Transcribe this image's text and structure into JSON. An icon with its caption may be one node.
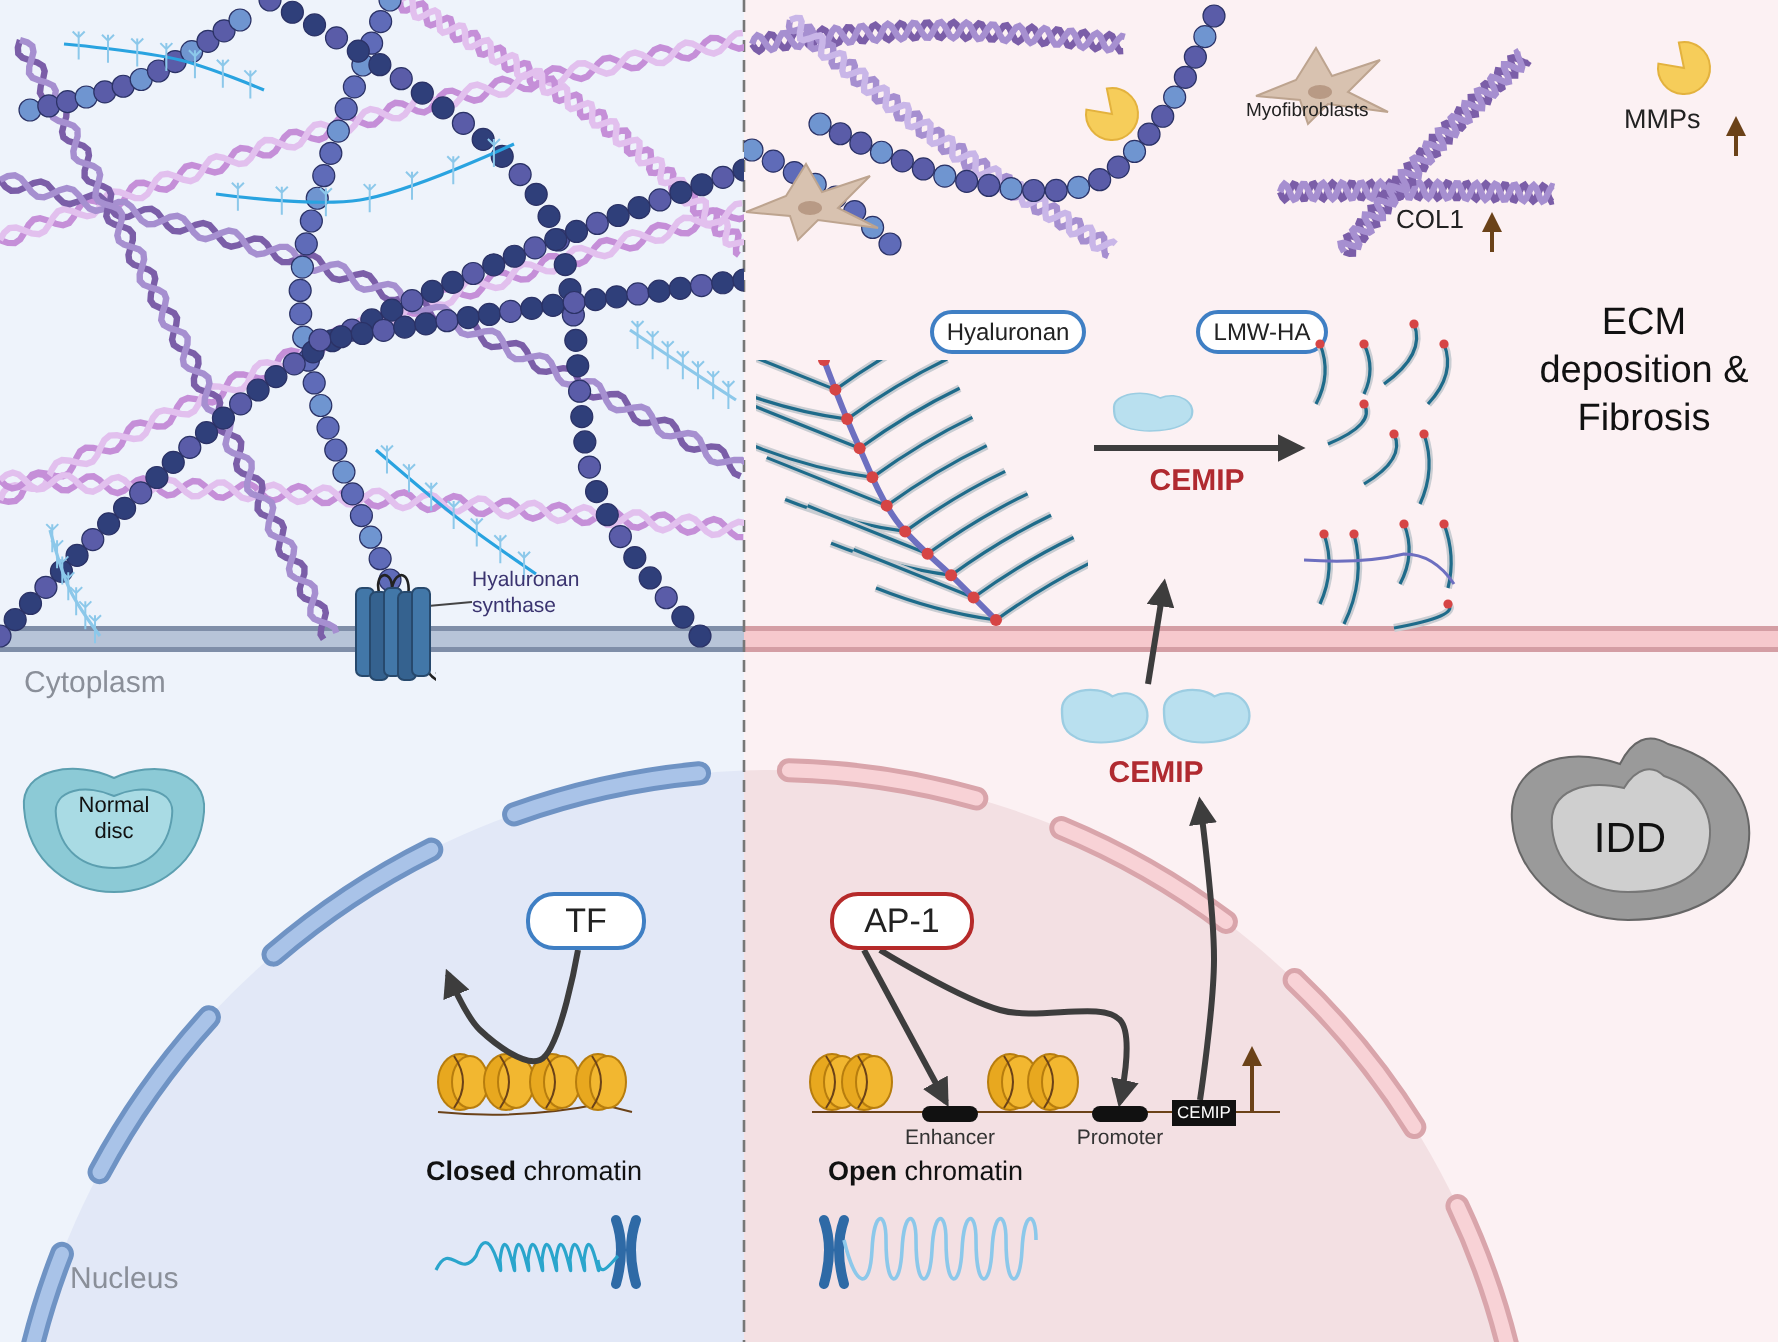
{
  "diagram": {
    "nodes": [
      {
        "text": [
          "Hyaluronan synthase"
        ]
      },
      {
        "text": [],
        "shape": "picture"
      },
      {
        "text": [
          "Hyaluronan"
        ]
      },
      {
        "text": [
          "LMW-HA"
        ]
      },
      {
        "text": [],
        "shape": "picture"
      },
      {
        "text": [],
        "shape": "picture"
      },
      {
        "text": [
          "Normal disc"
        ]
      },
      {
        "text": [
          "TF"
        ]
      },
      {
        "text": [
          "AP-1"
        ]
      },
      {
        "text": [
          "Enhancer"
        ]
      },
      {
        "text": [
          "Promoter"
        ]
      },
      {
        "text": [
          "CEMIP"
        ]
      },
      {
        "text": [
          "CEMIP"
        ]
      },
      {
        "text": [
          "IDD"
        ]
      }
    ],
    "edges": [
      {
        "from": 0,
        "to": 1,
        "arrow": "none"
      },
      {
        "from": 4,
        "to": 5,
        "arrow": "to",
        "label": "CEMIP"
      },
      {
        "from": 7,
        "to": null,
        "arrow": "to"
      },
      {
        "from": 8,
        "to": 9,
        "arrow": "to"
      },
      {
        "from": 8,
        "to": 10,
        "arrow": "to"
      },
      {
        "from": 11,
        "to": 12,
        "arrow": "to"
      },
      {
        "from": 12,
        "to": null,
        "arrow": "to"
      }
    ],
    "labels": [
      "Myofibroblasts",
      "MMPs",
      "COL1",
      "ECM deposition & Fibrosis",
      "Cytoplasm",
      "**Closed** chromatin",
      "**Open** chromatin",
      "Nucleus"
    ]
  }
}
